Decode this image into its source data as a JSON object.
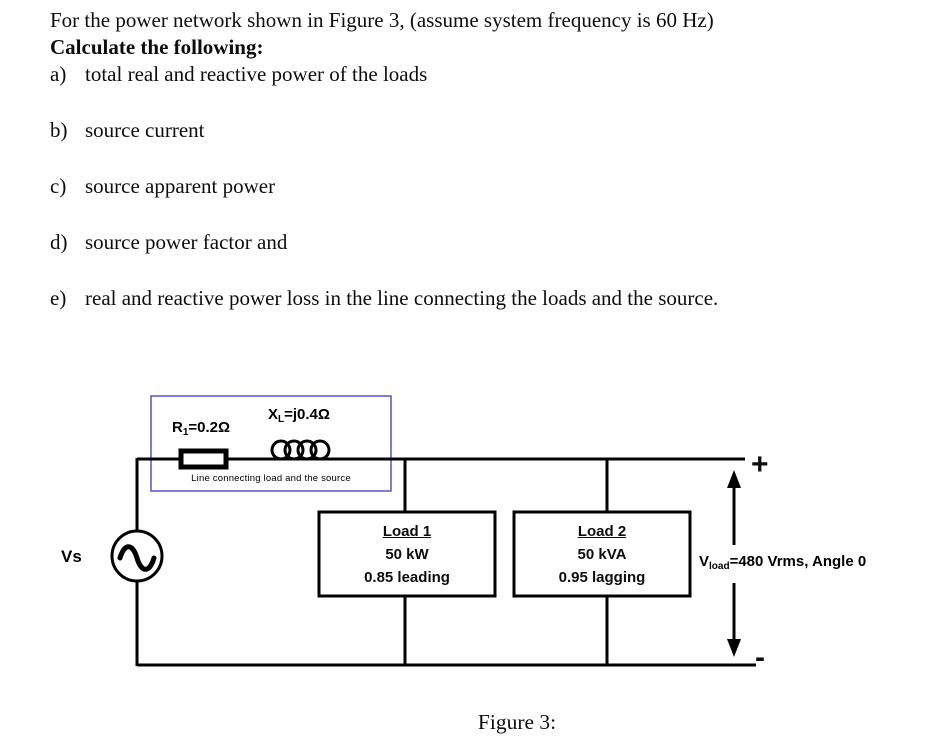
{
  "problem": {
    "line1": "For the power network shown in Figure 3, (assume system frequency is 60 Hz)",
    "line2": "Calculate the following:",
    "items": [
      {
        "label": "a)",
        "text": "total real and reactive power of the loads"
      },
      {
        "label": "b)",
        "text": "source current"
      },
      {
        "label": "c)",
        "text": "source apparent power"
      },
      {
        "label": "d)",
        "text": "source power factor and"
      },
      {
        "label": "e)",
        "text": "real and reactive power loss in the line connecting the loads and the source."
      }
    ]
  },
  "figure": {
    "source_label": "Vs",
    "resistor": {
      "base": "R",
      "sub": "1",
      "value": "=0.2Ω"
    },
    "inductor": {
      "base": "X",
      "sub": "L",
      "value": "=j0.4Ω"
    },
    "line_box_label": "Line connecting load and the source",
    "loads": [
      {
        "title": "Load 1",
        "power": "50 kW",
        "pf": "0.85 leading"
      },
      {
        "title": "Load 2",
        "power": "50 kVA",
        "pf": "0.95 lagging"
      }
    ],
    "vload": {
      "base": "V",
      "sub": "load",
      "value": "=480 Vrms, Angle 0"
    },
    "polarity_plus": "+",
    "polarity_minus": "-",
    "caption": "Figure 3:"
  },
  "colors": {
    "ink": "#000000",
    "annotation_box_border": "#5552c8"
  }
}
